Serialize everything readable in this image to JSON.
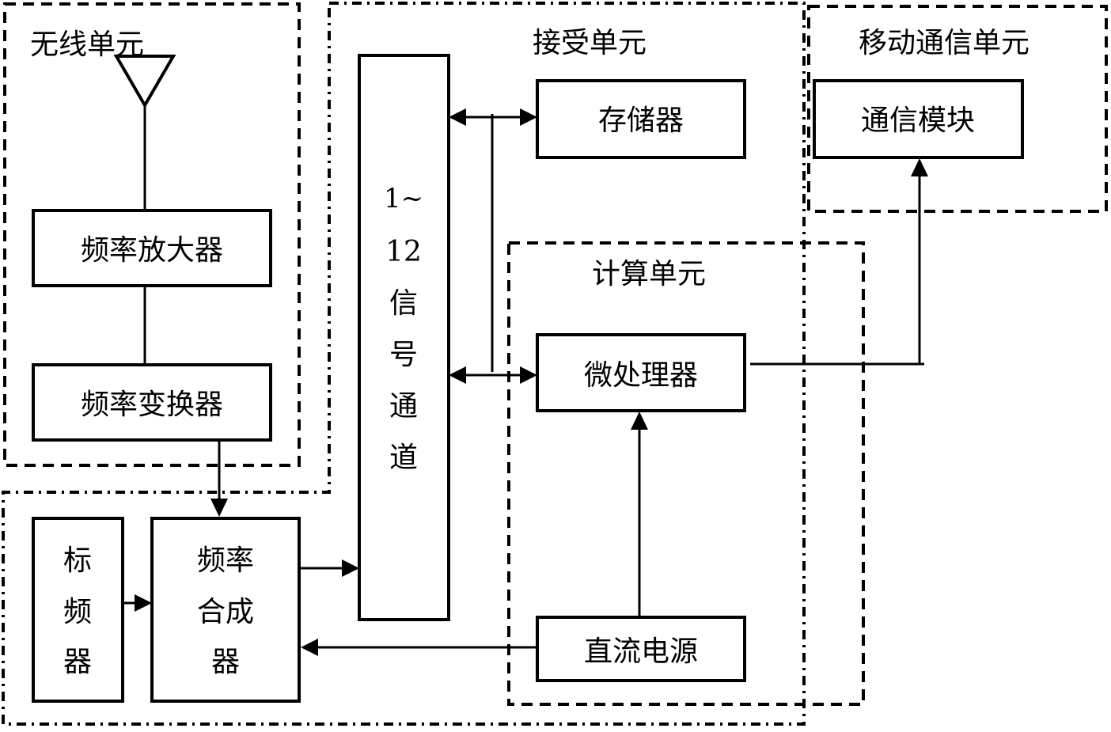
{
  "diagram": {
    "groups": {
      "wireless_unit": "无线单元",
      "receive_unit": "接受单元",
      "mobile_comm_unit": "移动通信单元",
      "compute_unit": "计算单元"
    },
    "blocks": {
      "freq_amplifier": "频率放大器",
      "freq_converter": "频率变换器",
      "storage": "存储器",
      "comm_module": "通信模块",
      "microprocessor": "微处理器",
      "dc_power": "直流电源",
      "signal_channel": [
        "1~",
        "12",
        "信",
        "号",
        "通",
        "道"
      ],
      "ref_oscillator": [
        "标",
        "频",
        "器"
      ],
      "freq_synth": [
        "频率",
        "合成",
        "器"
      ]
    },
    "icons": {
      "antenna": "antenna-icon"
    }
  }
}
